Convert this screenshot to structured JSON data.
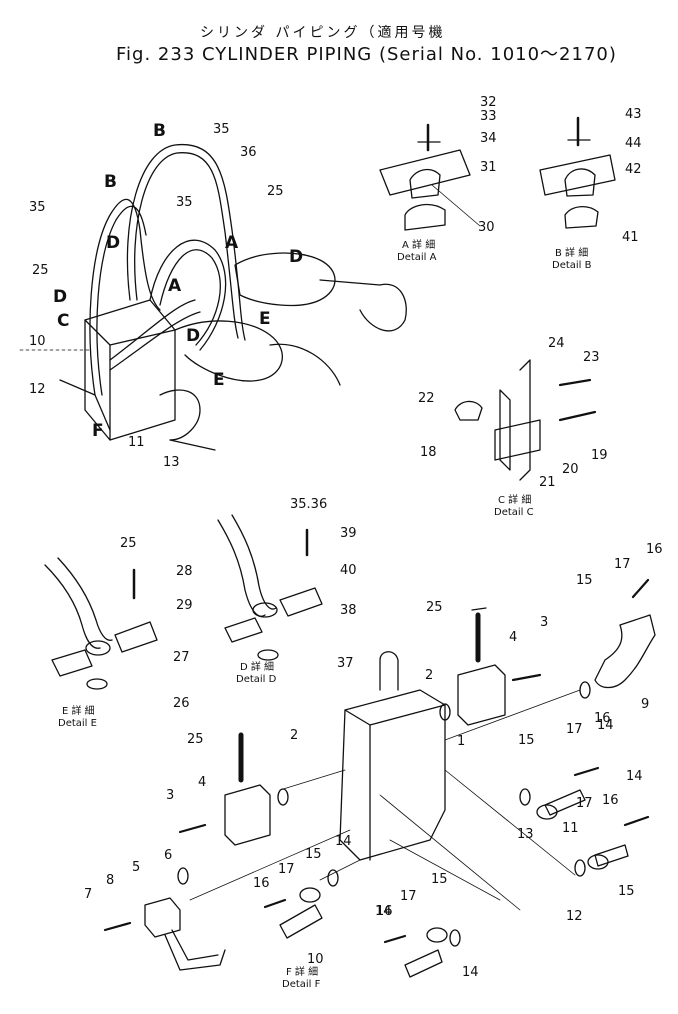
{
  "title": {
    "japanese": "シリンダ パイピング（適用号機",
    "main": "Fig. 233  CYLINDER  PIPING (Serial No. 1010～2170)"
  },
  "details": [
    {
      "jp": "A 詳 細",
      "en": "Detail  A"
    },
    {
      "jp": "B 詳 細",
      "en": "Detail  B"
    },
    {
      "jp": "C 詳 細",
      "en": "Detail  C"
    },
    {
      "jp": "D 詳 細",
      "en": "Detail  D"
    },
    {
      "jp": "E 詳 細",
      "en": "Detail  E"
    },
    {
      "jp": "F 詳 細",
      "en": "Detail  F"
    }
  ],
  "part_numbers": [
    "32",
    "33",
    "34",
    "31",
    "30",
    "43",
    "44",
    "42",
    "41",
    "35",
    "36",
    "25",
    "35",
    "35",
    "25",
    "10",
    "12",
    "11",
    "13",
    "24",
    "23",
    "22",
    "18",
    "21",
    "20",
    "19",
    "35.36",
    "39",
    "40",
    "38",
    "37",
    "25",
    "28",
    "29",
    "27",
    "26",
    "25",
    "4",
    "3",
    "2",
    "1",
    "16",
    "17",
    "15",
    "9",
    "14",
    "25",
    "2",
    "3",
    "4",
    "5",
    "6",
    "7",
    "8",
    "16",
    "17",
    "15",
    "10",
    "14",
    "16",
    "17",
    "15",
    "14",
    "11",
    "16",
    "17",
    "15",
    "13",
    "14",
    "16",
    "17",
    "15",
    "12",
    "14"
  ],
  "view_letters": [
    "B",
    "B",
    "D",
    "A",
    "D",
    "A",
    "D",
    "C",
    "D",
    "E",
    "E",
    "F"
  ],
  "colors": {
    "ink": "#111111",
    "paper": "#ffffff"
  }
}
